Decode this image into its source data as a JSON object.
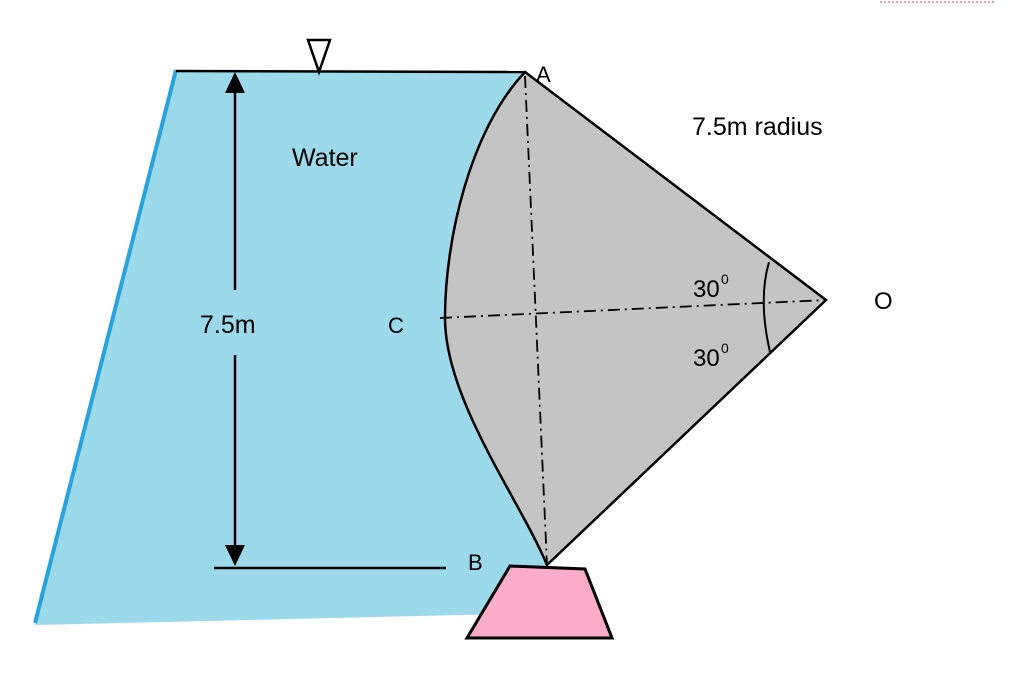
{
  "labels": {
    "water": "Water",
    "radius": "7.5m radius",
    "depth": "7.5m",
    "point_a": "A",
    "point_b": "B",
    "point_c": "C",
    "point_o": "O",
    "angle_upper": "30",
    "angle_lower": "30",
    "degree_mark": "0"
  },
  "colors": {
    "water": "#9cd9ea",
    "water_edge": "#29a3e0",
    "gate": "#c4c4c4",
    "support": "#fcacc8"
  }
}
